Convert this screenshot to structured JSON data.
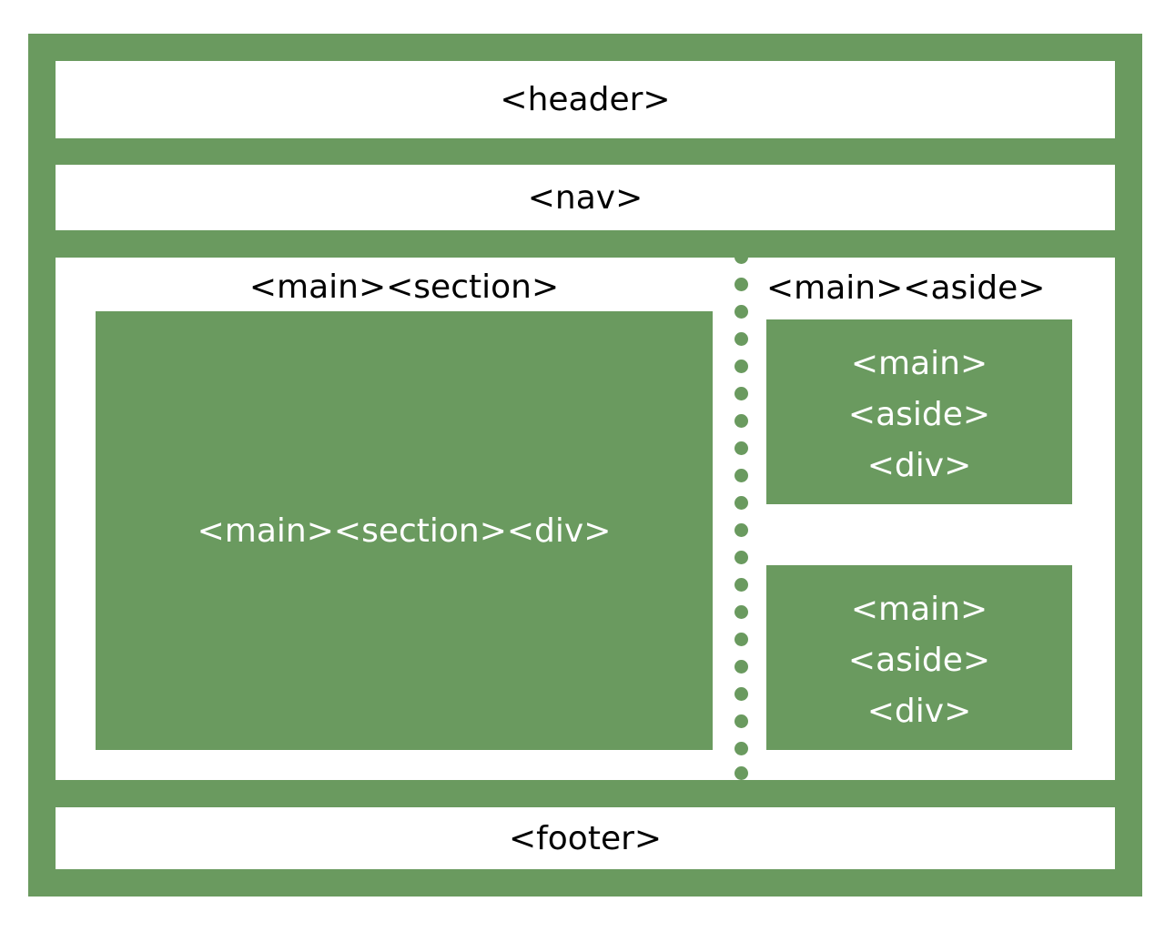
{
  "diagram": {
    "header_label": "<header>",
    "nav_label": "<nav>",
    "main_section_label": "<main><section>",
    "main_section_div_label": "<main><section><div>",
    "main_aside_label": "<main><aside>",
    "aside_div_1_lines": [
      "<main>",
      "<aside>",
      "<div>"
    ],
    "aside_div_2_lines": [
      "<main>",
      "<aside>",
      "<div>"
    ],
    "footer_label": "<footer>",
    "colors": {
      "frame": "#6a9a5f",
      "background": "#ffffff",
      "text_dark": "#000000",
      "text_light": "#ffffff"
    }
  }
}
